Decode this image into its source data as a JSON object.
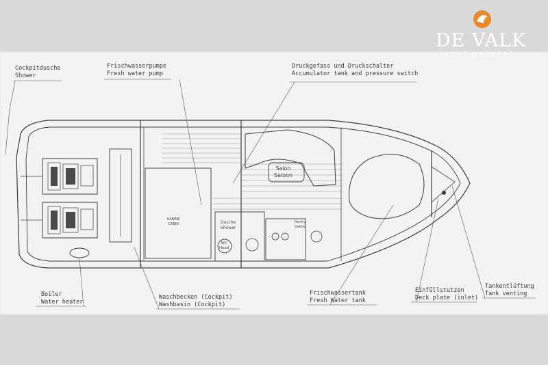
{
  "brand": {
    "name": "DE VALK",
    "tagline": "YACHT BROKERS",
    "accent": "#e8892a"
  },
  "labels": {
    "shower": [
      "Cockpitdusche",
      "Shower"
    ],
    "pump": [
      "Frischwasserpumpe",
      "Fresh water pump"
    ],
    "accumulator": [
      "Druckgefass und Druckschalter",
      "Accumulator tank and pressure switch"
    ],
    "boiler": [
      "Boiler",
      "Water heater"
    ],
    "washbasin": [
      "Waschbecken (Cockpit)",
      "Washbasin (Cockpit)"
    ],
    "tank": [
      "Frischwassertank",
      "Fresh Water tank"
    ],
    "deckplate": [
      "Einfüllstutzen",
      "Deck plate (inlet)"
    ],
    "venting": [
      "Tankentlüftung",
      "Tank venting"
    ]
  },
  "rooms": {
    "saloon": [
      "Salon",
      "Saloon"
    ],
    "cabin": [
      "KABINE",
      "CABIN"
    ],
    "shower": [
      "Dusche",
      "Shower"
    ],
    "wc": [
      "WC",
      "Head"
    ],
    "pantry": [
      "Pantry",
      "Galley"
    ]
  }
}
